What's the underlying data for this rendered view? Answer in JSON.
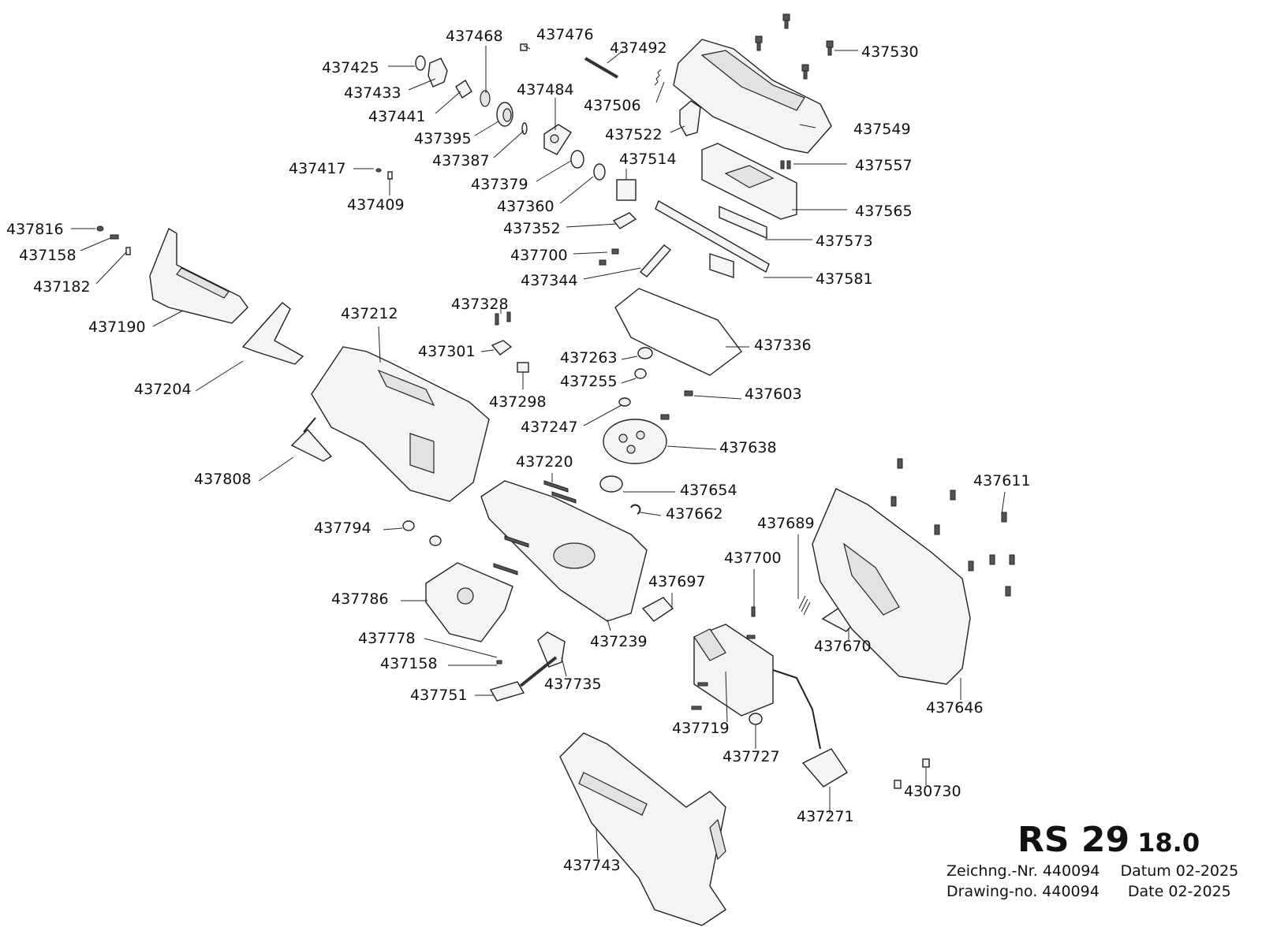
{
  "title": {
    "model": "RS 29",
    "variant": "18.0",
    "drawing_de_label": "Zeichng.-Nr.",
    "drawing_de_number": "440094",
    "date_de_label": "Datum",
    "date_de_value": "02-2025",
    "drawing_en_label": "Drawing-no.",
    "drawing_en_number": "440094",
    "date_en_label": "Date",
    "date_en_value": "02-2025"
  },
  "parts": [
    "437468",
    "437476",
    "437492",
    "437530",
    "437425",
    "437433",
    "437441",
    "437395",
    "437387",
    "437484",
    "437506",
    "437522",
    "437549",
    "437417",
    "437409",
    "437379",
    "437360",
    "437514",
    "437557",
    "437565",
    "437352",
    "437573",
    "437816",
    "437158",
    "437182",
    "437700",
    "437344",
    "437581",
    "437190",
    "437328",
    "437212",
    "437301",
    "437263",
    "437336",
    "437255",
    "437298",
    "437603",
    "437204",
    "437247",
    "437638",
    "437220",
    "437808",
    "437654",
    "437611",
    "437662",
    "437794",
    "437689",
    "437700",
    "437697",
    "437786",
    "437239",
    "437670",
    "437778",
    "437158",
    "437735",
    "437751",
    "437719",
    "437646",
    "437727",
    "430730",
    "437271",
    "437743"
  ]
}
